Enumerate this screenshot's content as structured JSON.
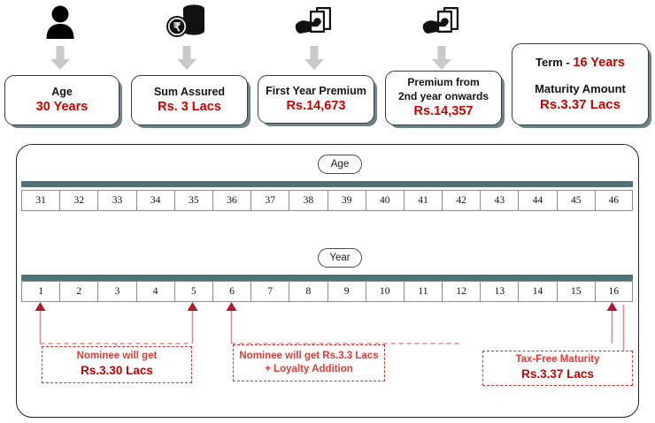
{
  "top_section": {
    "items": [
      {
        "icon": "person-icon",
        "label": "Age",
        "value": "30 Years"
      },
      {
        "icon": "coins-rupee-icon",
        "label": "Sum Assured",
        "value": "Rs. 3 Lacs"
      },
      {
        "icon": "cash-hand-icon",
        "label": "First Year Premium",
        "value": "Rs.14,673"
      },
      {
        "icon": "cash-hand-icon",
        "label": "Premium from\n2nd year onwards",
        "value": "Rs.14,357"
      }
    ],
    "term_card": {
      "term_label": "Term  -",
      "term_value": "16 Years",
      "maturity_label": "Maturity Amount",
      "maturity_value": "Rs.3.37 Lacs"
    },
    "arrow_icon": "down-arrow-icon"
  },
  "timeline": {
    "age_pill": "Age",
    "year_pill": "Year",
    "age_values": [
      "31",
      "32",
      "33",
      "34",
      "35",
      "36",
      "37",
      "38",
      "39",
      "40",
      "41",
      "42",
      "43",
      "44",
      "45",
      "46"
    ],
    "year_values": [
      "1",
      "2",
      "3",
      "4",
      "5",
      "6",
      "7",
      "8",
      "9",
      "10",
      "11",
      "12",
      "13",
      "14",
      "15",
      "16"
    ],
    "callouts": [
      {
        "line1": "Nominee will get",
        "line2": "Rs.3.30 Lacs"
      },
      {
        "line1": "Nominee will get Rs.3.3 Lacs",
        "line2": "+ Loyalty Addition"
      },
      {
        "line1": "Tax-Free Maturity",
        "line2": "Rs.3.37 Lacs"
      }
    ]
  },
  "colors": {
    "accent_red": "#cc0000",
    "teal_bar": "#4d7277",
    "card_shadow": "#6f8385",
    "dashed_red": "#d32f2f",
    "grey_arrow": "#c9c9c9"
  }
}
